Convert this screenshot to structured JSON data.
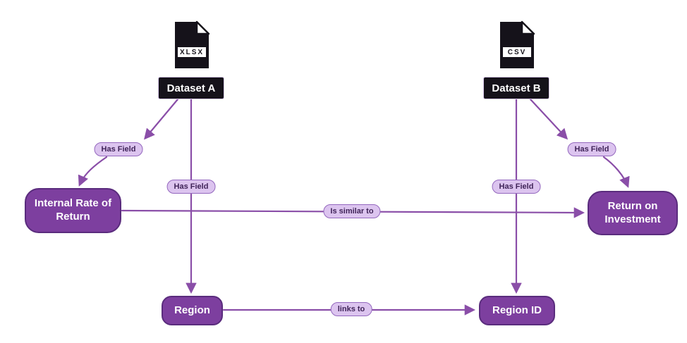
{
  "colors": {
    "edge": "#8A4EA8",
    "entity_fill": "#7D3F9F",
    "entity_border": "#5A2C7D",
    "edge_label_fill": "#DCC4EF",
    "edge_label_border": "#9468BE",
    "edge_label_text": "#3F2358",
    "dataset_fill": "#15121A",
    "dataset_text": "#FFFFFF"
  },
  "files": [
    {
      "format": "XLSX",
      "dataset": "Dataset A"
    },
    {
      "format": "CSV",
      "dataset": "Dataset B"
    }
  ],
  "entities": [
    {
      "id": "irr",
      "label": "Internal Rate of Return"
    },
    {
      "id": "roi",
      "label": "Return on Investment"
    },
    {
      "id": "region",
      "label": "Region"
    },
    {
      "id": "region_id",
      "label": "Region ID"
    }
  ],
  "edges": [
    {
      "from": "Dataset A",
      "to": "Internal Rate of Return",
      "label": "Has Field"
    },
    {
      "from": "Dataset A",
      "to": "Region",
      "label": "Has Field"
    },
    {
      "from": "Dataset B",
      "to": "Return on Investment",
      "label": "Has Field"
    },
    {
      "from": "Dataset B",
      "to": "Region ID",
      "label": "Has Field"
    },
    {
      "from": "Internal Rate of Return",
      "to": "Return on Investment",
      "label": "Is similar to"
    },
    {
      "from": "Region",
      "to": "Region ID",
      "label": "links to"
    }
  ]
}
